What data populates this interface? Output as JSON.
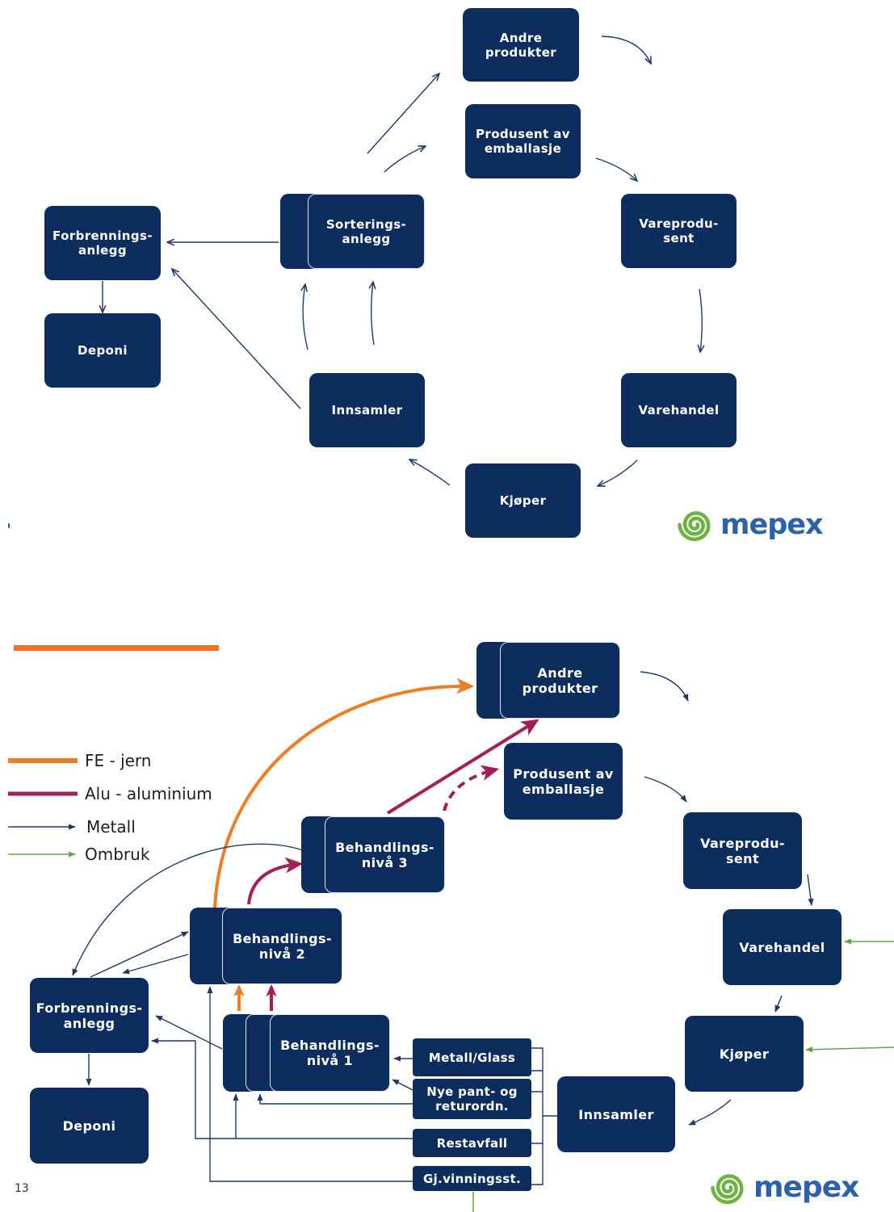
{
  "top_diagram": {
    "nodes": {
      "andre_produkter": "Andre\nprodukter",
      "produsent_av_emballasje": "Produsent av\nemballasje",
      "vareprodusent": "Vareprodu-\nsent",
      "varehandel": "Varehandel",
      "kjoper": "Kjøper",
      "innsamler": "Innsamler",
      "sorteringsanlegg": "Sorterings-\nanlegg",
      "forbrenningsanlegg": "Forbrennings-\nanlegg",
      "deponi": "Deponi"
    },
    "logo": {
      "text": "mepex",
      "icon": "spiral-logo-icon"
    }
  },
  "bottom_diagram": {
    "legend": [
      {
        "label": "FE - jern",
        "color": "#ef7d22"
      },
      {
        "label": "Alu - aluminium",
        "color": "#a31f5c"
      },
      {
        "label": "Metall",
        "color": "#1f3968"
      },
      {
        "label": "Ombruk",
        "color": "#5fa744"
      }
    ],
    "nodes": {
      "andre_produkter": "Andre\nprodukter",
      "produsent_av_emballasje": "Produsent av\nemballasje",
      "vareprodusent": "Vareprodu-\nsent",
      "varehandel": "Varehandel",
      "kjoper": "Kjøper",
      "innsamler": "Innsamler",
      "behandlingsniva_3": "Behandlings-\nnivå 3",
      "behandlingsniva_2": "Behandlings-\nnivå 2",
      "behandlingsniva_1": "Behandlings-\nnivå 1",
      "forbrenningsanlegg": "Forbrennings-\nanlegg",
      "deponi": "Deponi"
    },
    "collection_systems": [
      "Metall/Glass",
      "Nye pant- og\nreturordn.",
      "Restavfall",
      "Gj.vinningsst."
    ],
    "logo": {
      "text": "mepex",
      "icon": "spiral-logo-icon"
    }
  },
  "page_number": "13",
  "colors": {
    "box": "#0c2d5e",
    "box_outline": "#dfe4ec",
    "accent_rule": "#ee7521",
    "logo_text": "#2b62aa",
    "logo_icon": "#6cb33f"
  }
}
